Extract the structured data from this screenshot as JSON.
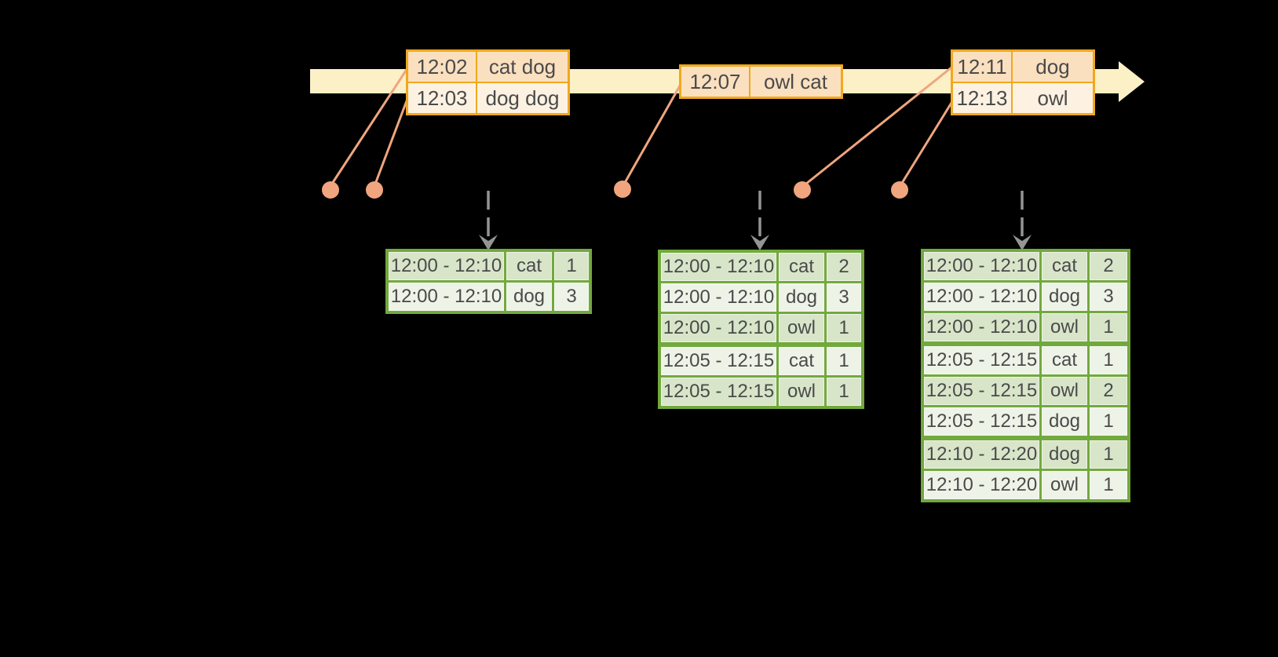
{
  "colors": {
    "background": "#000000",
    "timeline_fill": "#FBF0C6",
    "event_table_border": "#F0A81E",
    "event_row_dark": "#FAE0BF",
    "event_row_light": "#FDF2E2",
    "connector_salmon": "#F0A57E",
    "trigger_arrow_gray": "#949494",
    "result_table_border": "#72A93D",
    "result_row_dark": "#D8E5C9",
    "result_row_light": "#EDF3E7",
    "table_text": "#4A4A4A"
  },
  "icons": {
    "timeline_arrowhead": "right-triangle",
    "event_dot": "filled-circle",
    "trigger_arrow": "dashed-down-arrow"
  },
  "event_tables": [
    {
      "name": "events-1",
      "rows": [
        {
          "time": "12:02",
          "words": "cat dog"
        },
        {
          "time": "12:03",
          "words": "dog dog"
        }
      ]
    },
    {
      "name": "events-2",
      "rows": [
        {
          "time": "12:07",
          "words": "owl cat"
        }
      ]
    },
    {
      "name": "events-3",
      "rows": [
        {
          "time": "12:11",
          "words": "dog"
        },
        {
          "time": "12:13",
          "words": "owl"
        }
      ]
    }
  ],
  "result_tables": [
    {
      "name": "results-1",
      "rows": [
        {
          "window": "12:00 - 12:10",
          "word": "cat",
          "count": "1"
        },
        {
          "window": "12:00 - 12:10",
          "word": "dog",
          "count": "3"
        }
      ]
    },
    {
      "name": "results-2",
      "rows": [
        {
          "window": "12:00 - 12:10",
          "word": "cat",
          "count": "2"
        },
        {
          "window": "12:00 - 12:10",
          "word": "dog",
          "count": "3"
        },
        {
          "window": "12:00 - 12:10",
          "word": "owl",
          "count": "1"
        },
        {
          "window": "12:05 - 12:15",
          "word": "cat",
          "count": "1",
          "group_start": true
        },
        {
          "window": "12:05 - 12:15",
          "word": "owl",
          "count": "1"
        }
      ]
    },
    {
      "name": "results-3",
      "rows": [
        {
          "window": "12:00 - 12:10",
          "word": "cat",
          "count": "2"
        },
        {
          "window": "12:00 - 12:10",
          "word": "dog",
          "count": "3"
        },
        {
          "window": "12:00 - 12:10",
          "word": "owl",
          "count": "1"
        },
        {
          "window": "12:05 - 12:15",
          "word": "cat",
          "count": "1",
          "group_start": true
        },
        {
          "window": "12:05 - 12:15",
          "word": "owl",
          "count": "2"
        },
        {
          "window": "12:05 - 12:15",
          "word": "dog",
          "count": "1"
        },
        {
          "window": "12:10 - 12:20",
          "word": "dog",
          "count": "1",
          "group_start": true
        },
        {
          "window": "12:10 - 12:20",
          "word": "owl",
          "count": "1"
        }
      ]
    }
  ]
}
